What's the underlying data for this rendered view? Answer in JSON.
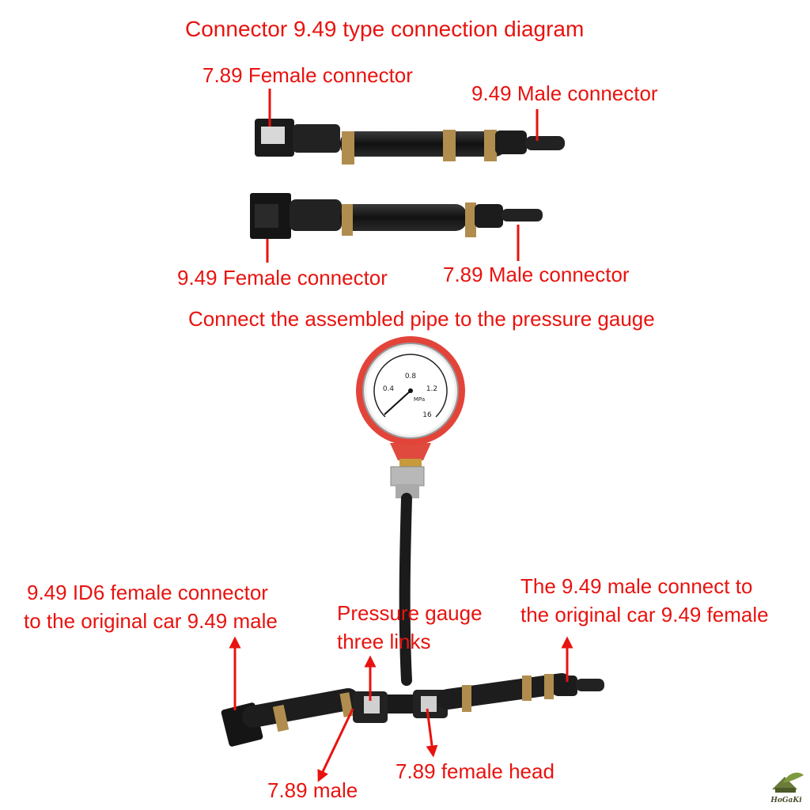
{
  "titles": {
    "main": "Connector 9.49 type connection diagram",
    "assembly": "Connect the assembled pipe to the pressure gauge"
  },
  "labels": {
    "female_789": "7.89 Female connector",
    "male_949": "9.49 Male connector",
    "female_949": "9.49 Female connector",
    "male_789": "7.89 Male connector",
    "id6_line1": "9.49 ID6 female connector",
    "id6_line2": "to the original car 9.49 male",
    "gauge_tee_line1": "Pressure gauge",
    "gauge_tee_line2": "three links",
    "male_connect_line1": "The 9.49 male connect to",
    "male_connect_line2": "the original car 9.49 female",
    "male_789_short": "7.89 male",
    "female_head_789": "7.89 female head"
  },
  "gauge": {
    "ticks": [
      "0.4",
      "0.8",
      "1.2",
      "16"
    ],
    "unit": "MPa"
  },
  "logo": {
    "text": "HoGaKi"
  },
  "colors": {
    "annotation": "#e8130f",
    "gauge_body": "#e2443a",
    "hose": "#1b1b1b",
    "clamp": "#b08d4e"
  }
}
